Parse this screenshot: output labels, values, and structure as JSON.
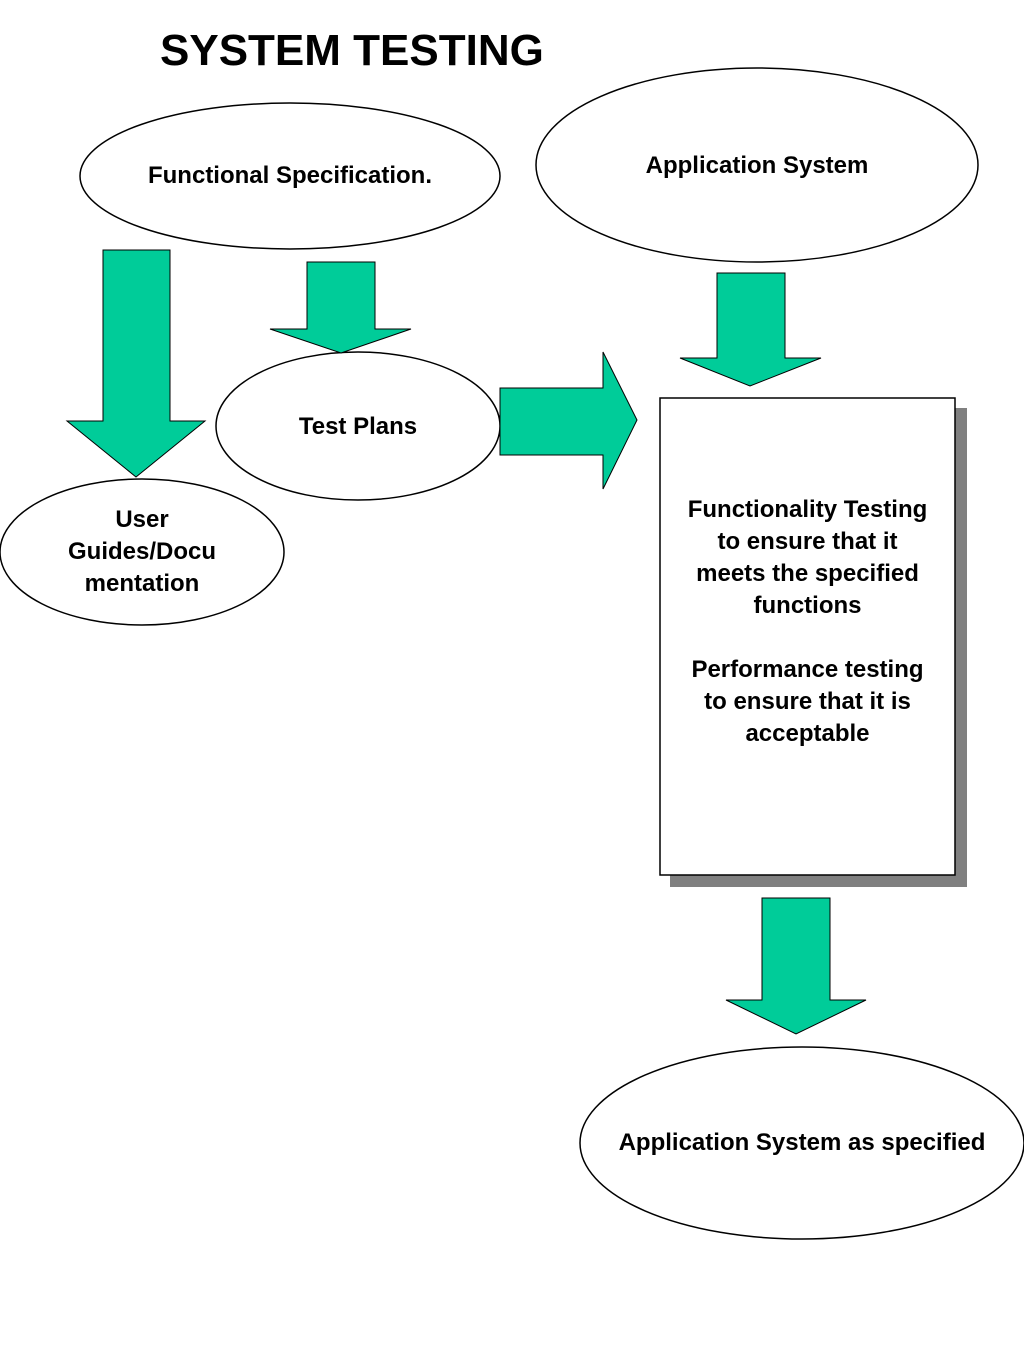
{
  "title": "SYSTEM TESTING",
  "nodes": {
    "functional_spec": "Functional Specification.",
    "application_system": "Application System",
    "test_plans": "Test Plans",
    "user_guides": "User Guides/Documentation",
    "user_guides_lines": [
      "User",
      "Guides/Docu",
      "mentation"
    ],
    "application_system_specified": "Application System as specified"
  },
  "testing_box": {
    "functionality_lines": [
      "Functionality Testing",
      "to ensure that it",
      "meets the specified",
      "functions"
    ],
    "performance_lines": [
      "Performance testing",
      "to ensure that it is",
      "acceptable"
    ]
  },
  "colors": {
    "arrow_fill": "#00CC99",
    "outline": "#000000",
    "shadow": "#808080",
    "background": "#FFFFFF"
  }
}
